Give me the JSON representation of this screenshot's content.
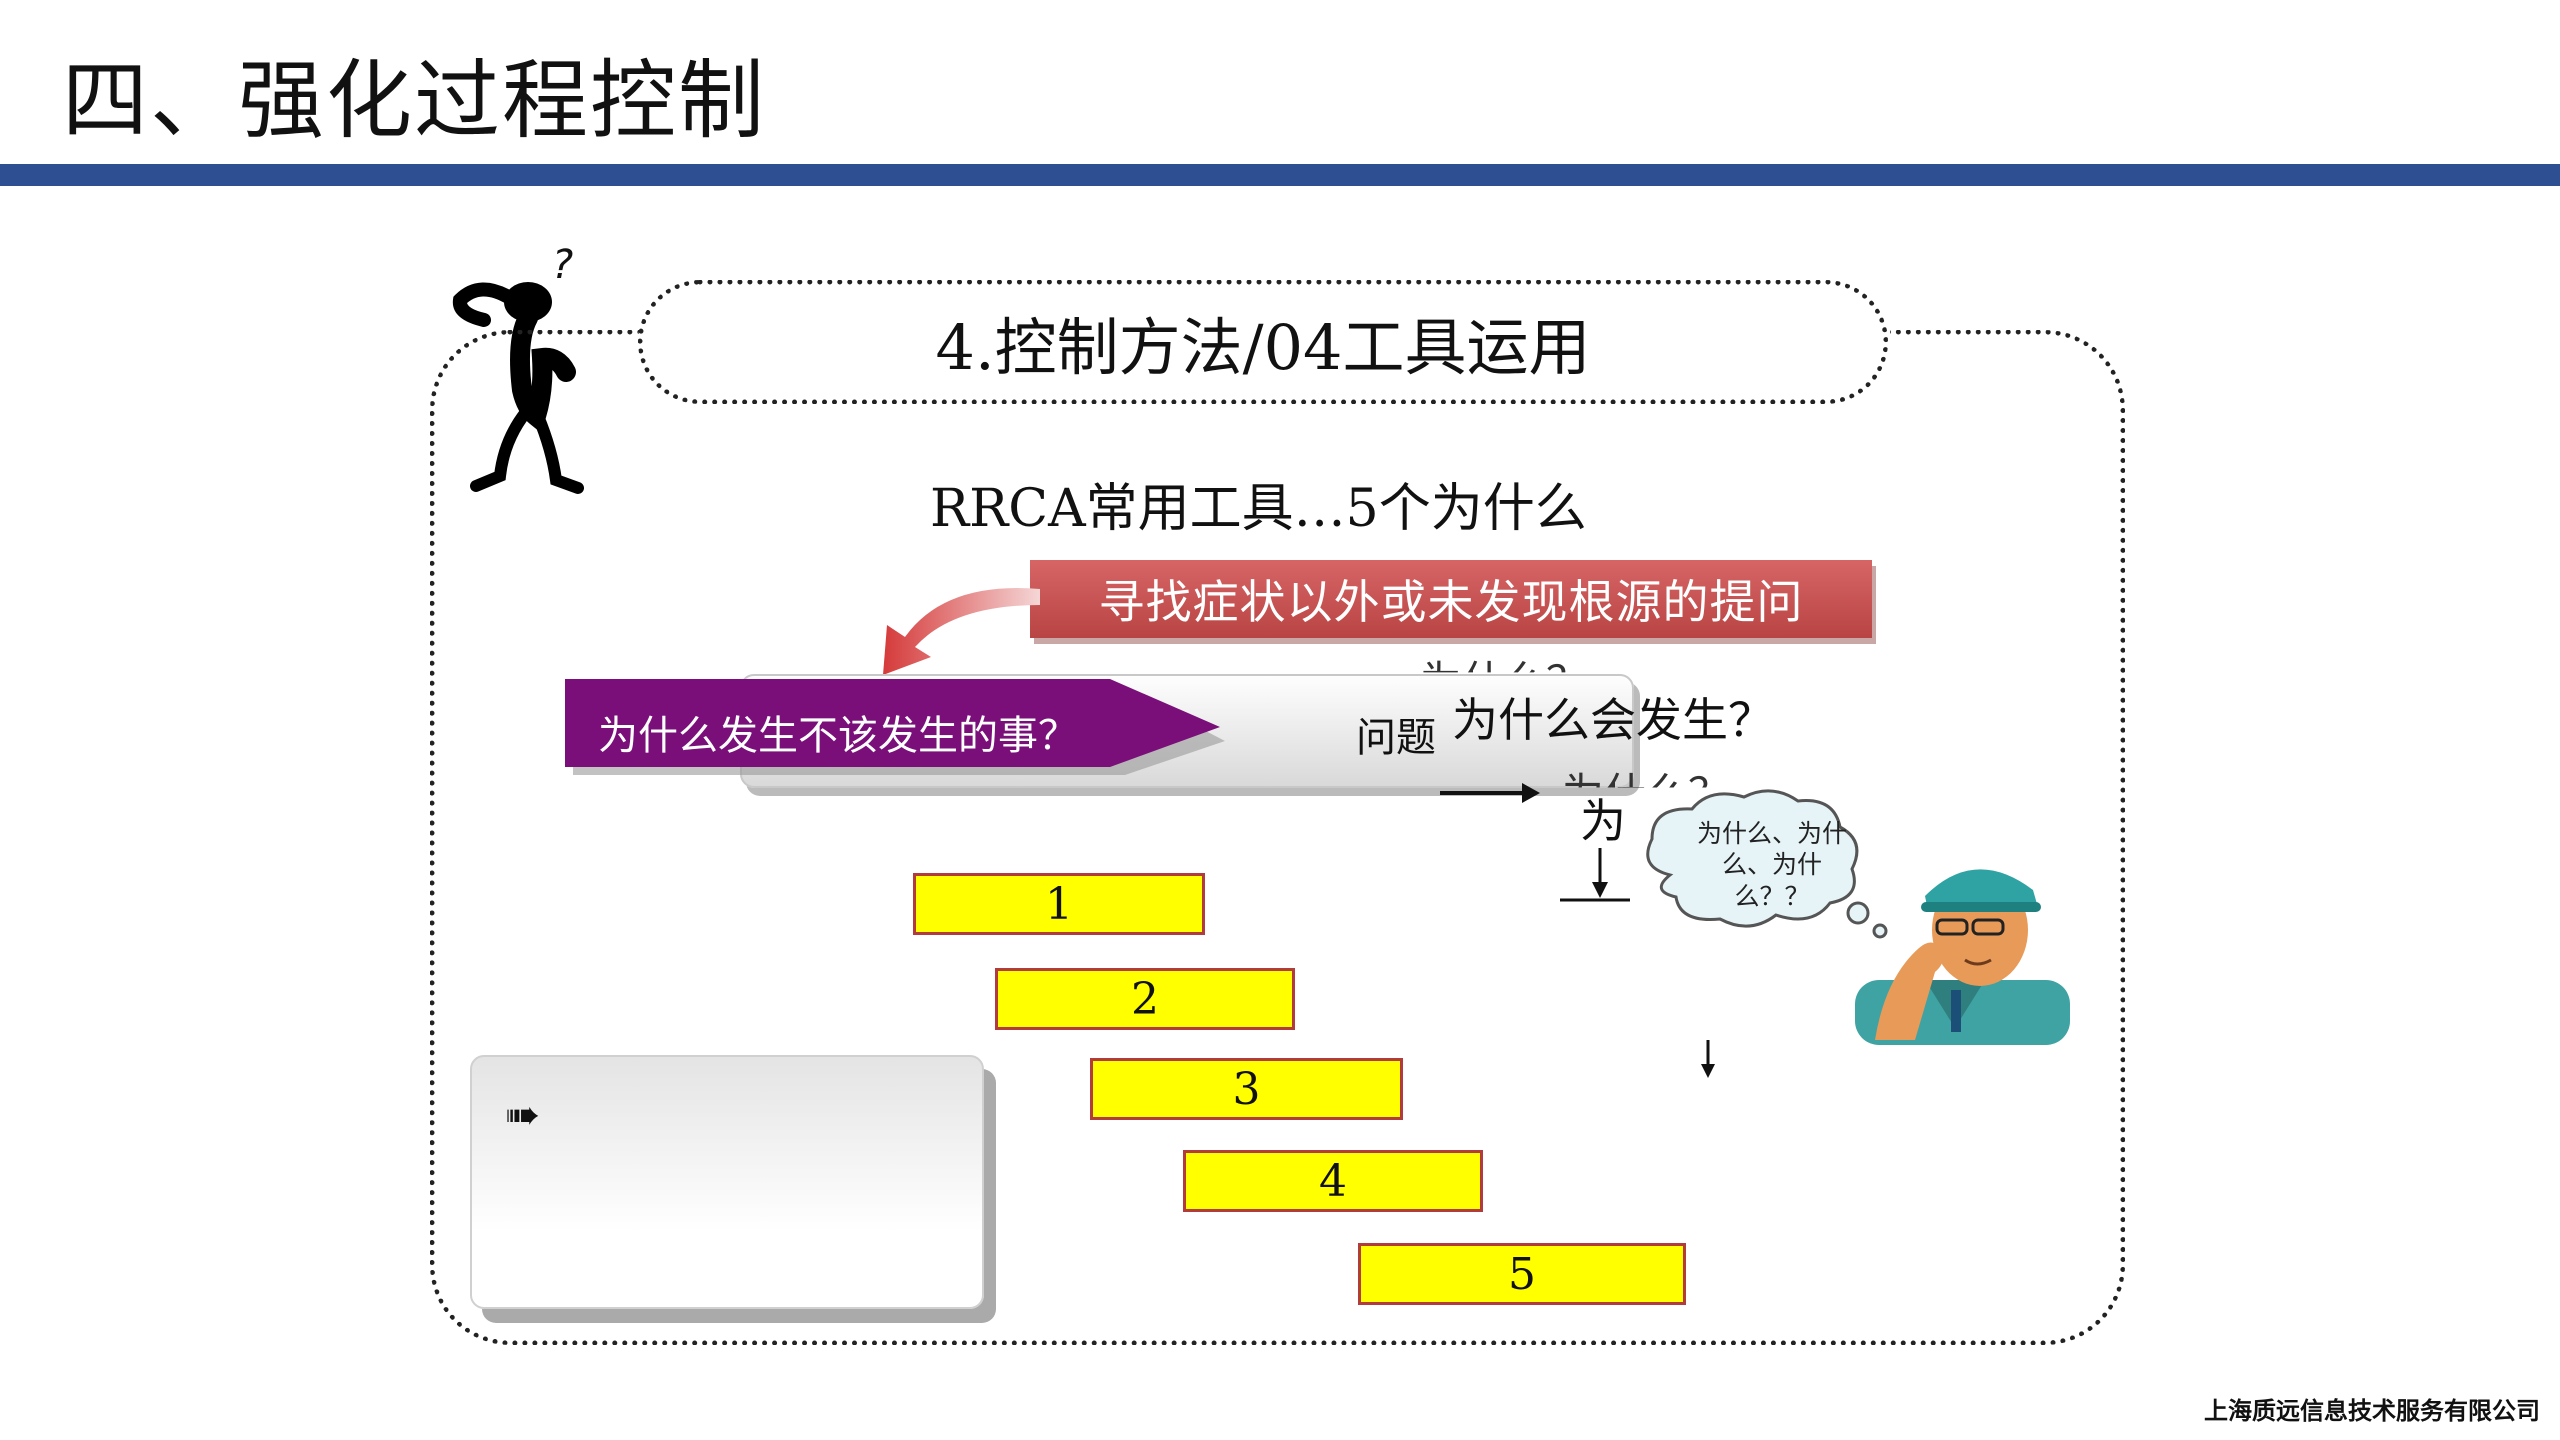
{
  "header": {
    "title": "四、强化过程控制"
  },
  "section": {
    "pill_title": "4.控制方法/04工具运用",
    "subtitle": "RRCA常用工具…5个为什么"
  },
  "banner": {
    "text": "寻找症状以外或未发现根源的提问"
  },
  "arrow_box": {
    "purple_text": "为什么发生不该发生的事？",
    "grey_label": "问题",
    "question": "为什么会发生？",
    "hidden_line_1": "为什么？",
    "hidden_line_2": "为什么？",
    "partial_why": "为"
  },
  "steps": [
    "1",
    "2",
    "3",
    "4",
    "5"
  ],
  "thought_cloud": {
    "text": "为什么、为什么、为什么？？"
  },
  "footer": {
    "company": "上海质远信息技术服务有限公司"
  },
  "colors": {
    "title_bar": "#2f4f93",
    "banner": "#c94f4f",
    "purple": "#7a0f7a",
    "step_fill": "#ffff00",
    "step_border": "#b23b3b"
  }
}
